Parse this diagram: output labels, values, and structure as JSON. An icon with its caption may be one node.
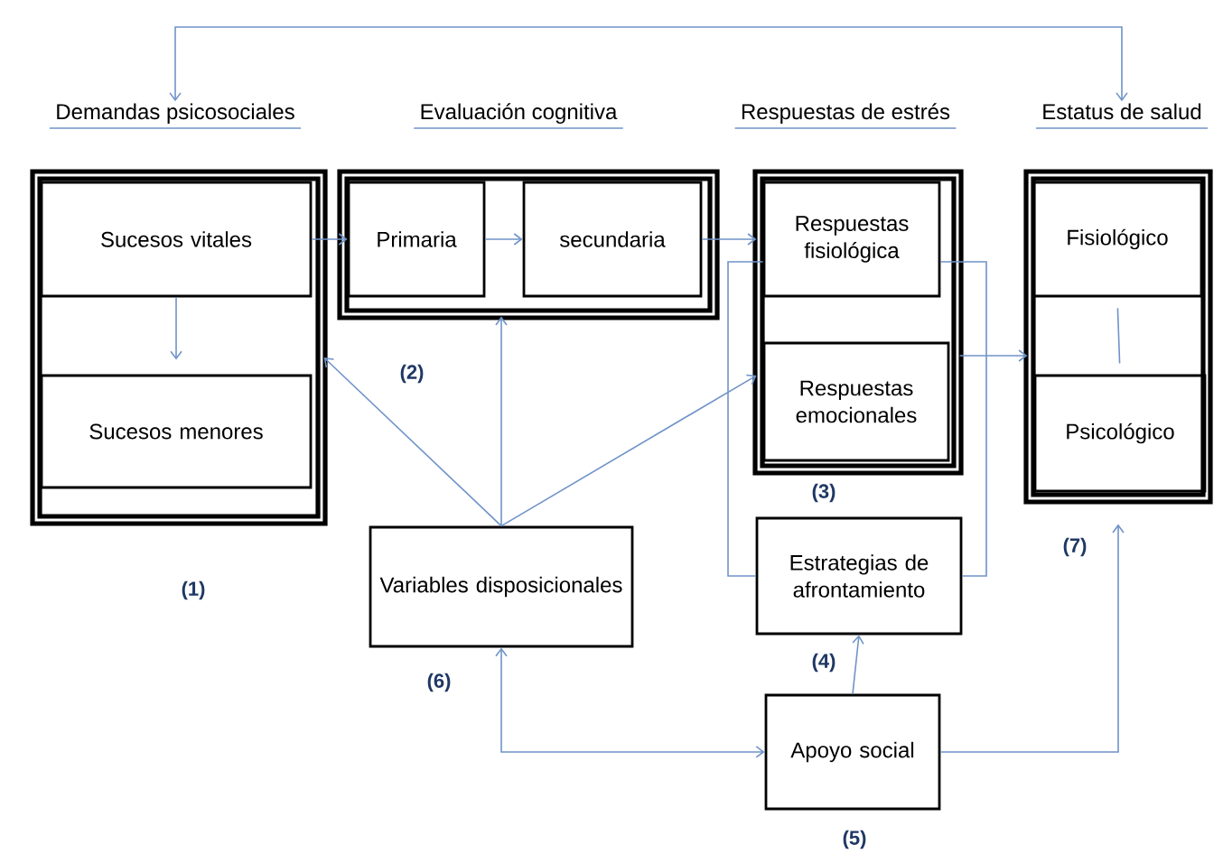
{
  "diagram": {
    "nodes": [
      {
        "text": [
          "Demandas psicosociales"
        ]
      },
      {
        "text": [
          "Sucesos vitales"
        ],
        "in": 0
      },
      {
        "text": [
          "Sucesos menores"
        ],
        "in": 0
      },
      {
        "text": [
          "Evaluación cognitiva"
        ]
      },
      {
        "text": [
          "Primaria"
        ],
        "in": 3
      },
      {
        "text": [
          "secundaria"
        ],
        "in": 3
      },
      {
        "text": [
          "Respuestas de estrés"
        ]
      },
      {
        "text": [
          "Respuestas fisiológica"
        ],
        "in": 6
      },
      {
        "text": [
          "Respuestas emocionales"
        ],
        "in": 6
      },
      {
        "text": [
          "Estatus de salud"
        ]
      },
      {
        "text": [
          "Fisiológico"
        ],
        "in": 9
      },
      {
        "text": [
          "Psicológico"
        ],
        "in": 9
      },
      {
        "text": [
          "Variables disposicionales"
        ]
      },
      {
        "text": [
          "Estrategias de afrontamiento"
        ]
      },
      {
        "text": [
          "Apoyo social"
        ]
      }
    ],
    "edges": [
      {
        "from": 0,
        "to": 9,
        "arrow": "both"
      },
      {
        "from": 1,
        "to": 2,
        "arrow": "to"
      },
      {
        "from": 1,
        "to": 4,
        "arrow": "to"
      },
      {
        "from": 4,
        "to": 5,
        "arrow": "to"
      },
      {
        "from": 5,
        "to": 6,
        "arrow": "to"
      },
      {
        "from": 12,
        "to": 0,
        "arrow": "to"
      },
      {
        "from": 12,
        "to": 3,
        "arrow": "to"
      },
      {
        "from": 12,
        "to": 6,
        "arrow": "to"
      },
      {
        "from": 13,
        "to": 7,
        "arrow": "none"
      },
      {
        "from": 13,
        "to": 7,
        "arrow": "none"
      },
      {
        "from": 6,
        "to": 9,
        "arrow": "to"
      },
      {
        "from": 14,
        "to": 13,
        "arrow": "to"
      },
      {
        "from": 12,
        "to": 14,
        "arrow": "both"
      },
      {
        "from": 14,
        "to": 9,
        "arrow": "to"
      },
      {
        "from": 10,
        "to": 11,
        "arrow": "none"
      }
    ],
    "labels": [
      "(1)",
      "(2)",
      "(3)",
      "(4)",
      "(5)",
      "(6)",
      "(7)"
    ]
  }
}
